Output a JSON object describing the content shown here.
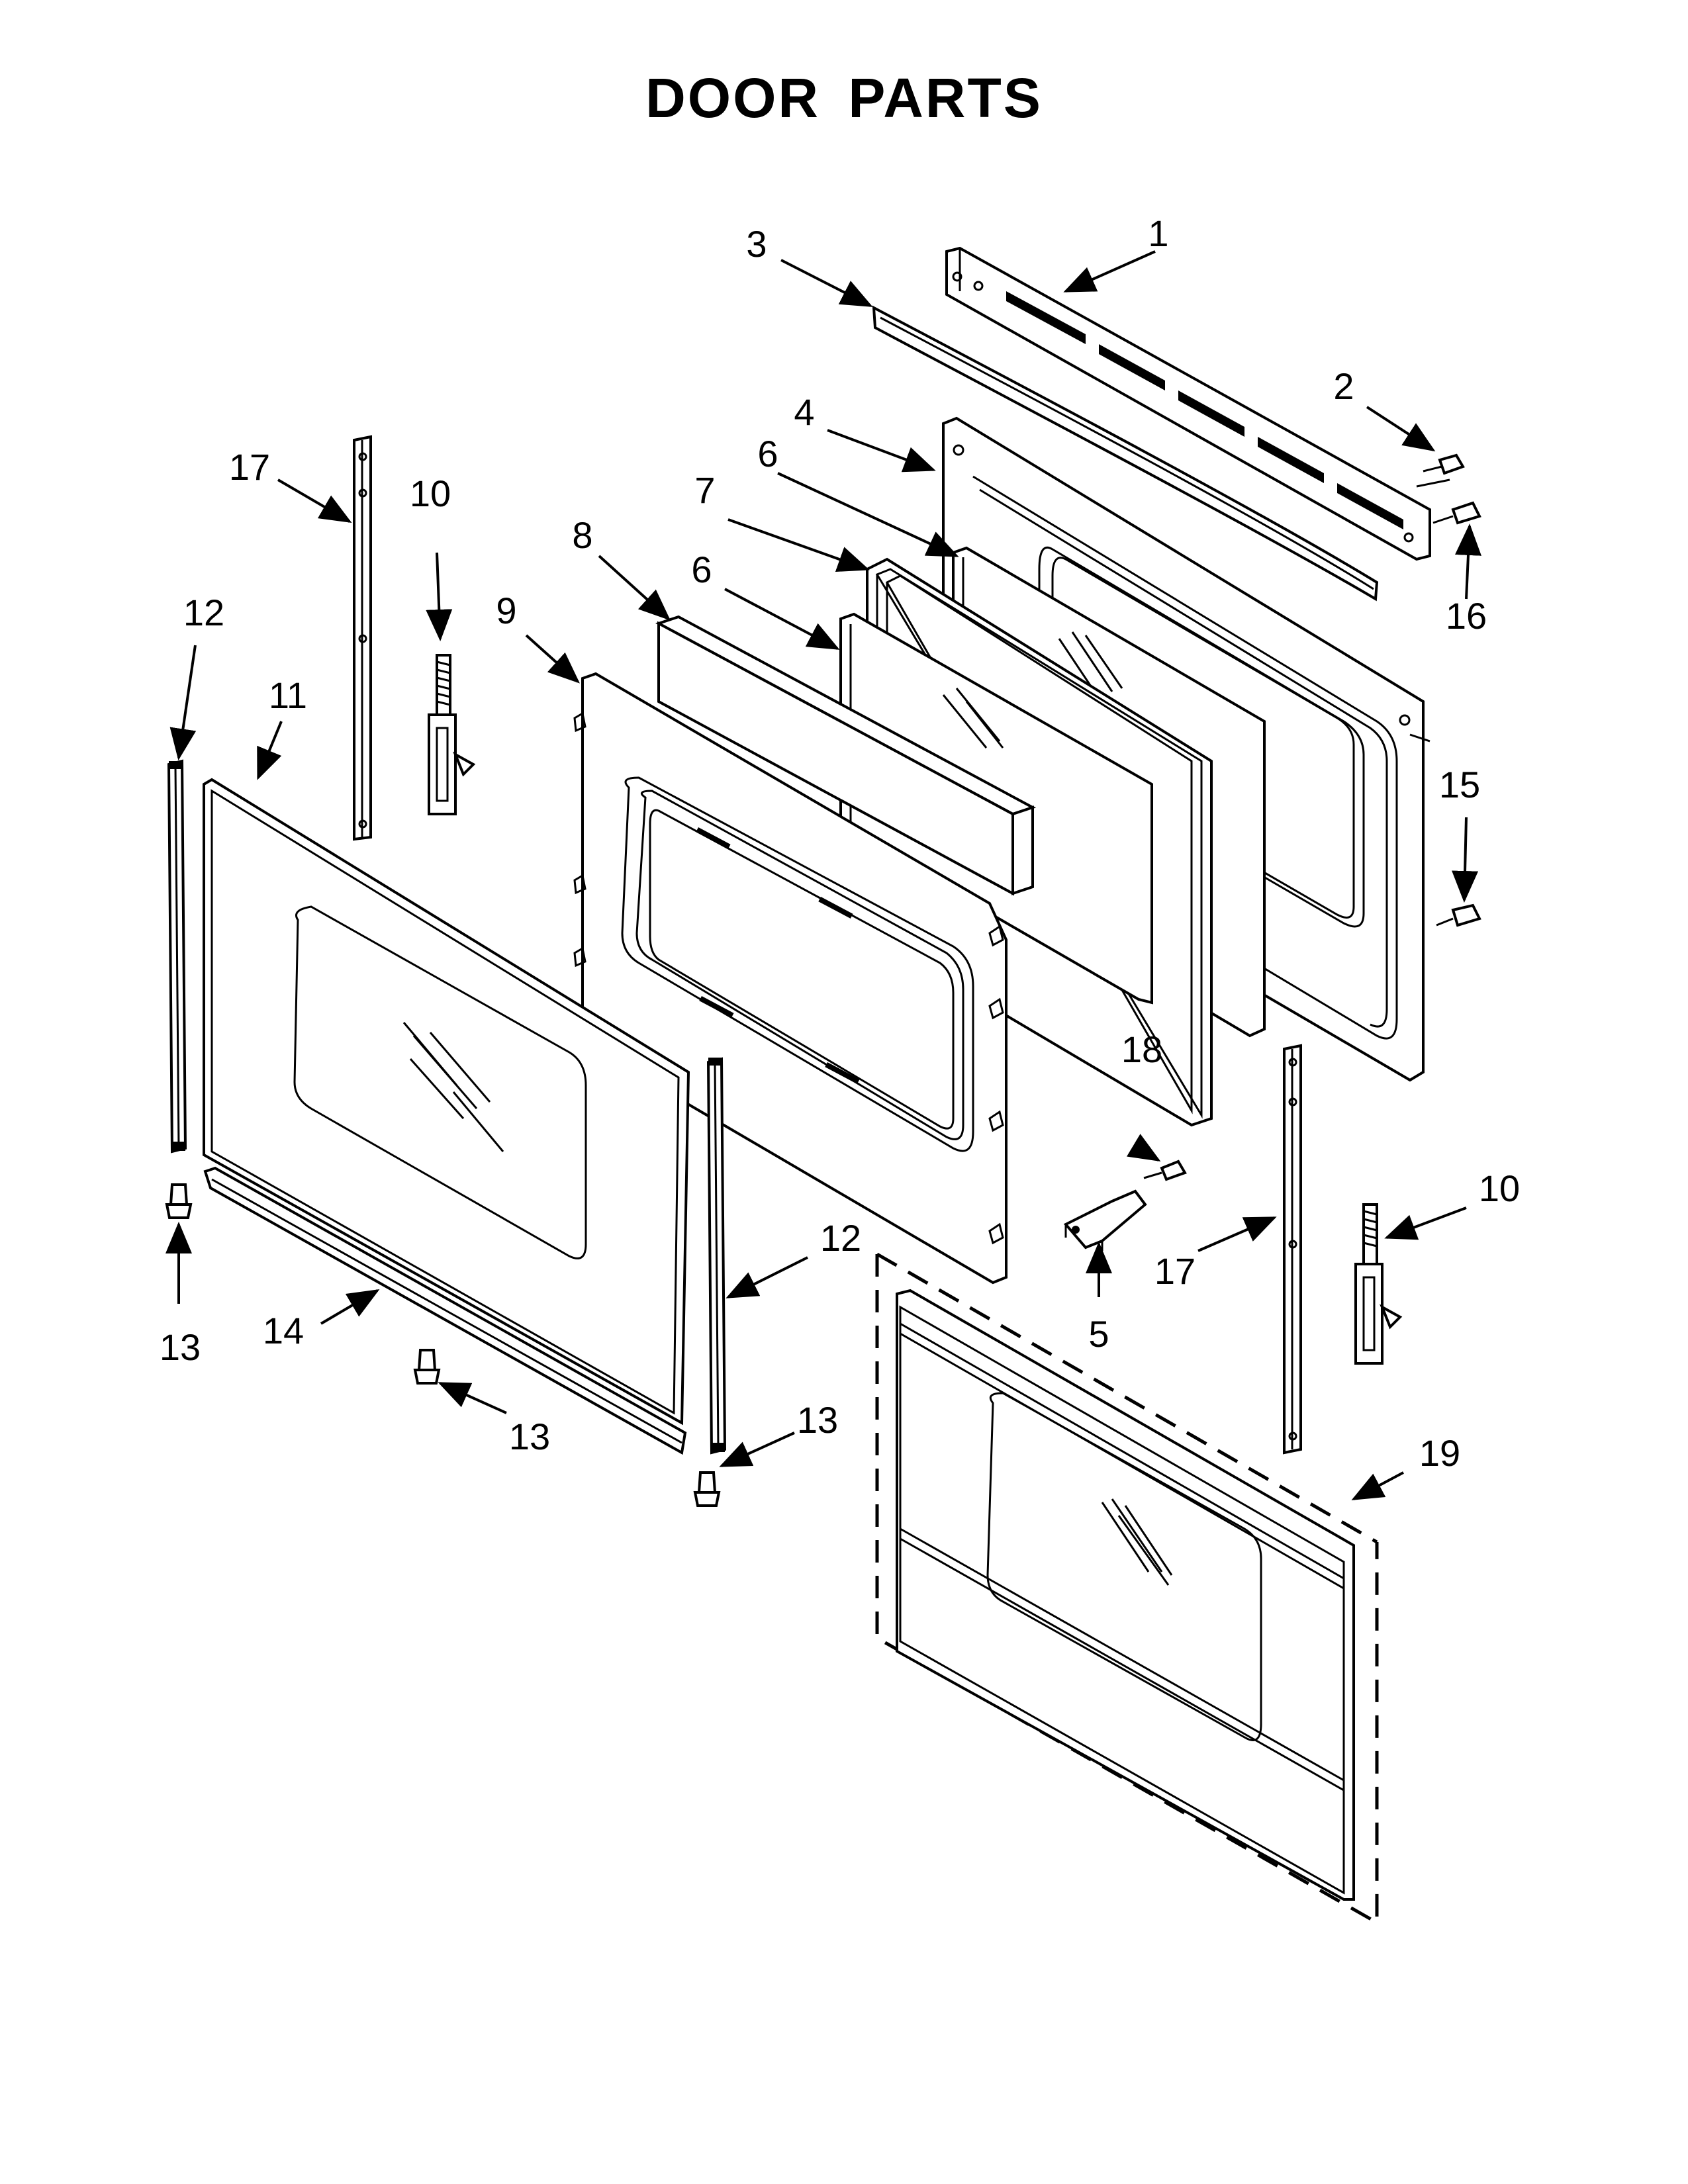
{
  "title": "DOOR PARTS",
  "callouts": {
    "c1": "1",
    "c2": "2",
    "c3": "3",
    "c4": "4",
    "c5": "5",
    "c6a": "6",
    "c6b": "6",
    "c7": "7",
    "c8": "8",
    "c9": "9",
    "c10a": "10",
    "c10b": "10",
    "c11": "11",
    "c12a": "12",
    "c12b": "12",
    "c13a": "13",
    "c13b": "13",
    "c13c": "13",
    "c14": "14",
    "c15": "15",
    "c16": "16",
    "c17a": "17",
    "c17b": "17",
    "c18": "18",
    "c19": "19"
  }
}
